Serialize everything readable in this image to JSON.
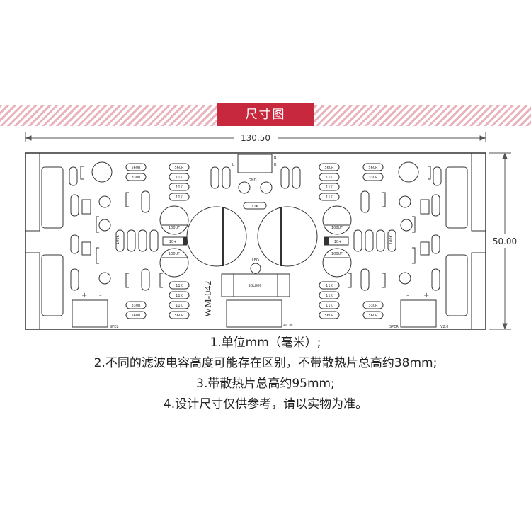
{
  "header": {
    "title": "尺寸图"
  },
  "dimensions": {
    "width": "130.50",
    "height": "50.00"
  },
  "board": {
    "model": "WM-042",
    "labels": {
      "ac_in": "AC IN",
      "spk_left": "SPEL",
      "spk_right": "SPER",
      "led": "LED",
      "gnd": "GND",
      "l": "L",
      "r": "R",
      "in": "IN",
      "bridge": "SBL806",
      "plus": "+",
      "minus": "-",
      "k100": "100K",
      "c10": "10+",
      "uf100": "100UF",
      "r560": "560R",
      "r330": "330R",
      "r11k": "11K",
      "ver": "V2.0"
    }
  },
  "notes": [
    "1.单位mm（毫米）;",
    "2.不同的滤波电容高度可能存在区别，不带散热片总高约38mm;",
    "3.带散热片总高约95mm;",
    "4.设计尺寸仅供参考，请以实物为准。"
  ]
}
